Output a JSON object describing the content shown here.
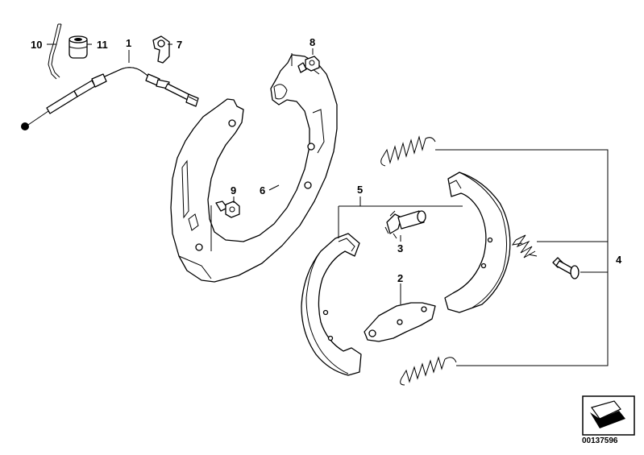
{
  "diagram": {
    "callouts": [
      {
        "id": "10",
        "text": "10"
      },
      {
        "id": "11",
        "text": "11"
      },
      {
        "id": "1",
        "text": "1"
      },
      {
        "id": "7",
        "text": "7"
      },
      {
        "id": "8",
        "text": "8"
      },
      {
        "id": "9",
        "text": "9"
      },
      {
        "id": "6",
        "text": "6"
      },
      {
        "id": "5",
        "text": "5"
      },
      {
        "id": "3",
        "text": "3"
      },
      {
        "id": "2",
        "text": "2"
      },
      {
        "id": "4",
        "text": "4"
      }
    ],
    "document_number": "00137596"
  }
}
